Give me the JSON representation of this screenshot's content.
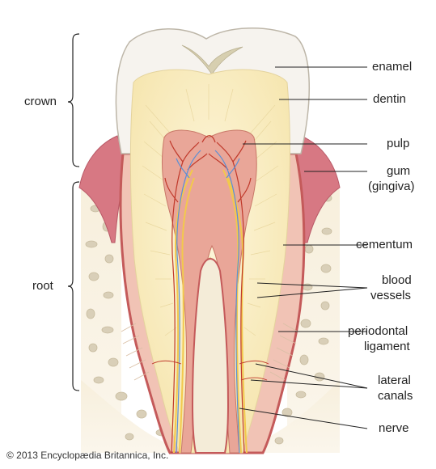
{
  "labels": {
    "crown": "crown",
    "root": "root",
    "enamel": "enamel",
    "dentin": "dentin",
    "pulp": "pulp",
    "gum_line1": "gum",
    "gum_line2": "(gingiva)",
    "cementum": "cementum",
    "blood_vessels_line1": "blood",
    "blood_vessels_line2": "vessels",
    "periodontal_line1": "periodontal",
    "periodontal_line2": "ligament",
    "lateral_canals_line1": "lateral",
    "lateral_canals_line2": "canals",
    "nerve": "nerve"
  },
  "credit": "© 2013 Encyclopædia Britannica, Inc.",
  "colors": {
    "enamel": "#f6f3ee",
    "dentin": "#fbf0c8",
    "pulp": "#e9a698",
    "gum": "#d77883",
    "bone": "#d9cfb8",
    "bone_bg": "#f4ecd8",
    "nerve": "#f2c94c",
    "vessel_red": "#c0392b",
    "vessel_blue": "#5a8fd6",
    "leader": "#222222"
  }
}
